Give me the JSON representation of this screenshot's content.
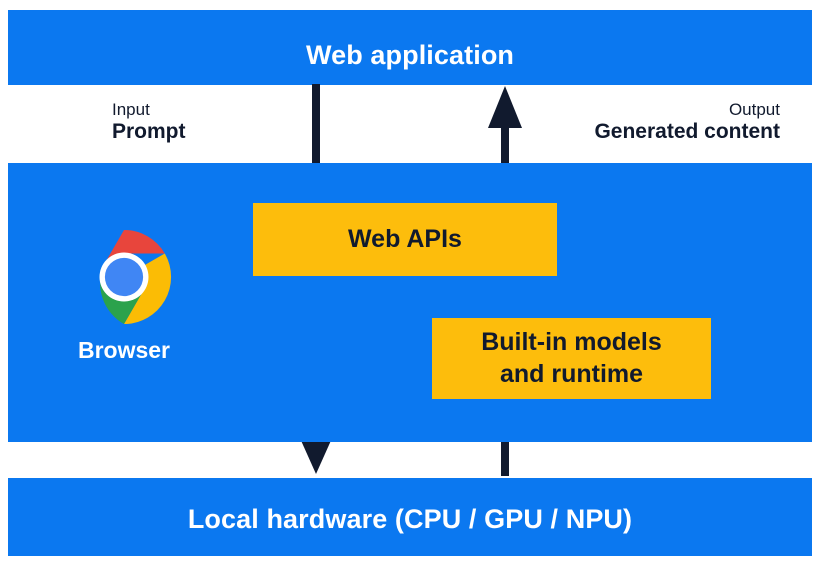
{
  "diagram": {
    "title_top": "Web application",
    "title_bottom": "Local hardware (CPU / GPU / NPU)",
    "colors": {
      "band_blue": "#0B78F0",
      "box_yellow": "#FDBD0C",
      "arrow_navy": "#111A2E",
      "band_text": "#FFFFFF",
      "box_text": "#111A2E"
    },
    "io": {
      "input": {
        "kind": "Input",
        "value": "Prompt"
      },
      "output": {
        "kind": "Output",
        "value": "Generated content"
      }
    },
    "boxes": [
      {
        "label": "Web APIs"
      },
      {
        "label_line1": "Built-in models",
        "label_line2": "and runtime"
      }
    ],
    "browser": {
      "label": "Browser",
      "logo": "chrome-logo",
      "logo_colors": {
        "red": "#E8453C",
        "yellow": "#FBBC05",
        "green": "#2BA24C",
        "blue": "#4086F4",
        "ring": "#FFFFFF"
      }
    },
    "arrows": [
      {
        "name": "input-flow",
        "direction": "down"
      },
      {
        "name": "output-flow",
        "direction": "up"
      }
    ]
  }
}
